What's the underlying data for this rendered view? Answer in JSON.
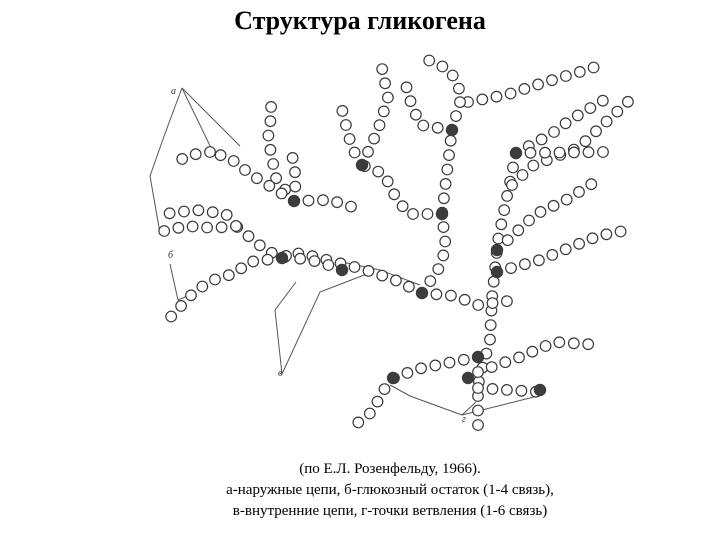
{
  "title": "Структура гликогена",
  "diagram": {
    "labels": {
      "a": "а",
      "b": "б",
      "v": "в",
      "g": "г"
    },
    "colors": {
      "residue_stroke": "#3a3a3a",
      "branch_point": "#3c3c3c",
      "leader_line": "#555555"
    }
  },
  "caption": {
    "line1": "(по Е.Л. Розенфельду, 1966).",
    "line2": "а-наружные цепи, б-глюкозный остаток (1-4 связь),",
    "line3": "в-внутренние цепи, г-точки ветвления (1-6 связь)"
  }
}
